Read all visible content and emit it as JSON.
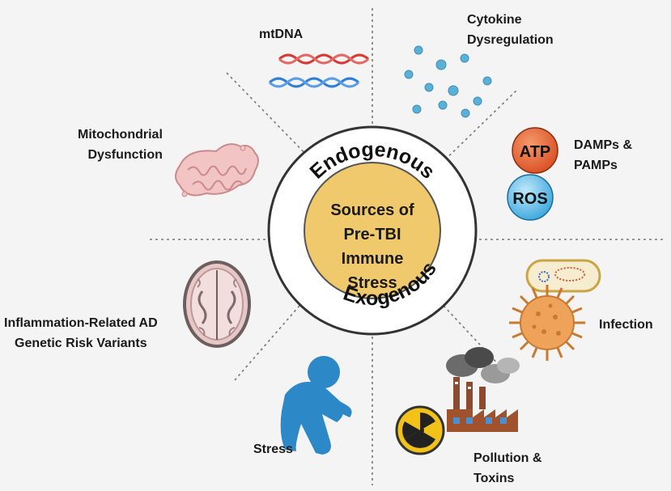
{
  "center": {
    "line1": "Sources of",
    "line2": "Pre-TBI",
    "line3": "Immune",
    "line4": "Stress"
  },
  "ring": {
    "endogenous": "Endogenous",
    "exogenous": "Exogenous"
  },
  "labels": {
    "mtdna": "mtDNA",
    "cytokine": "Cytokine\nDysregulation",
    "damps": "DAMPs &\nPAMPs",
    "mito": "Mitochondrial\nDysfunction",
    "ad_genetic": "Inflammation-Related AD\nGenetic Risk Variants",
    "infection": "Infection",
    "stress": "Stress",
    "pollution": "Pollution &\nToxins"
  },
  "badges": {
    "atp": "ATP",
    "ros": "ROS"
  },
  "colors": {
    "background": "#f4f4f4",
    "center_fill": "#efc96c",
    "ring_fill": "#ffffff",
    "dna_red": "#d63a35",
    "dna_blue": "#2f7fd6",
    "atp": "#e4633a",
    "ros": "#4fb5e6",
    "stress_figure": "#2d88c8",
    "virus": "#e59a4e"
  },
  "icons": [
    "dna-icon",
    "cytokine-dots-icon",
    "atp-badge",
    "ros-badge",
    "mitochondrion-icon",
    "brain-scan-icon",
    "bacteria-icon",
    "virus-icon",
    "stress-figure-icon",
    "factory-icon",
    "radiation-icon"
  ]
}
